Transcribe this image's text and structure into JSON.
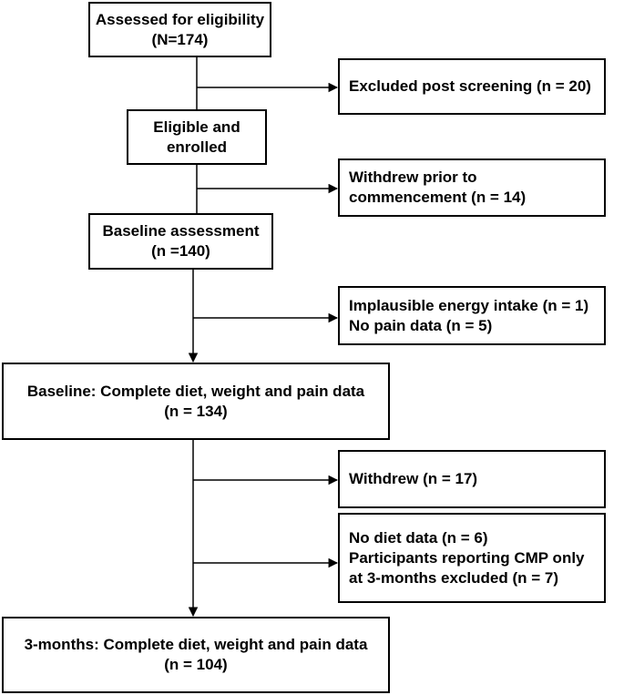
{
  "boxes": {
    "assessed": {
      "line1": "Assessed for eligibility",
      "line2": "(N=174)"
    },
    "excluded": {
      "line1": "Excluded post screening (n = 20)"
    },
    "eligible": {
      "line1": "Eligible and",
      "line2": "enrolled"
    },
    "withdrew_prior": {
      "line1": "Withdrew prior to",
      "line2": "commencement (n = 14)"
    },
    "baseline_assessment": {
      "line1": "Baseline assessment",
      "line2": "(n =140)"
    },
    "implausible": {
      "line1": "Implausible energy intake (n = 1)",
      "line2": "No pain data (n = 5)"
    },
    "baseline_complete": {
      "line1": "Baseline: Complete diet, weight and pain data",
      "line2": "(n = 134)"
    },
    "withdrew": {
      "line1": "Withdrew (n = 17)"
    },
    "no_diet": {
      "line1": "No diet data (n = 6)",
      "line2": "Participants reporting CMP only",
      "line3": "at 3-months excluded (n = 7)"
    },
    "three_months": {
      "line1": "3-months: Complete diet, weight and pain data",
      "line2": "(n = 104)"
    }
  },
  "colors": {
    "stroke": "#000000",
    "fill": "#ffffff",
    "text": "#000000"
  }
}
